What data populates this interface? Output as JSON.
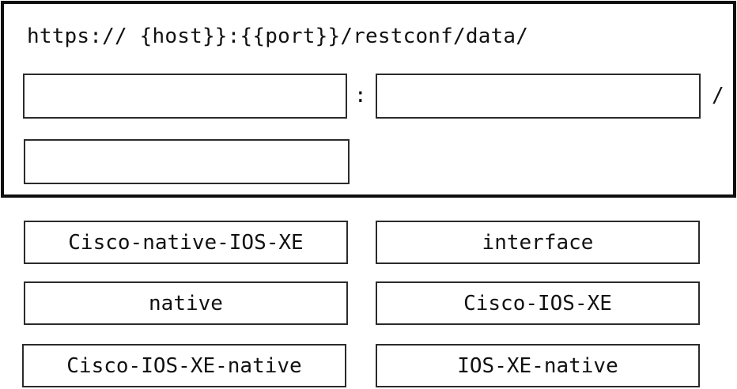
{
  "answer_area": {
    "url_template": "https:// {host}}:{{port}}/restconf/data/",
    "separators": {
      "between_targets": ":",
      "after_second_target": "/"
    }
  },
  "options": [
    {
      "label": "Cisco-native-IOS-XE"
    },
    {
      "label": "interface"
    },
    {
      "label": "native"
    },
    {
      "label": "Cisco-IOS-XE"
    },
    {
      "label": "Cisco-IOS-XE-native"
    },
    {
      "label": "IOS-XE-native"
    }
  ]
}
